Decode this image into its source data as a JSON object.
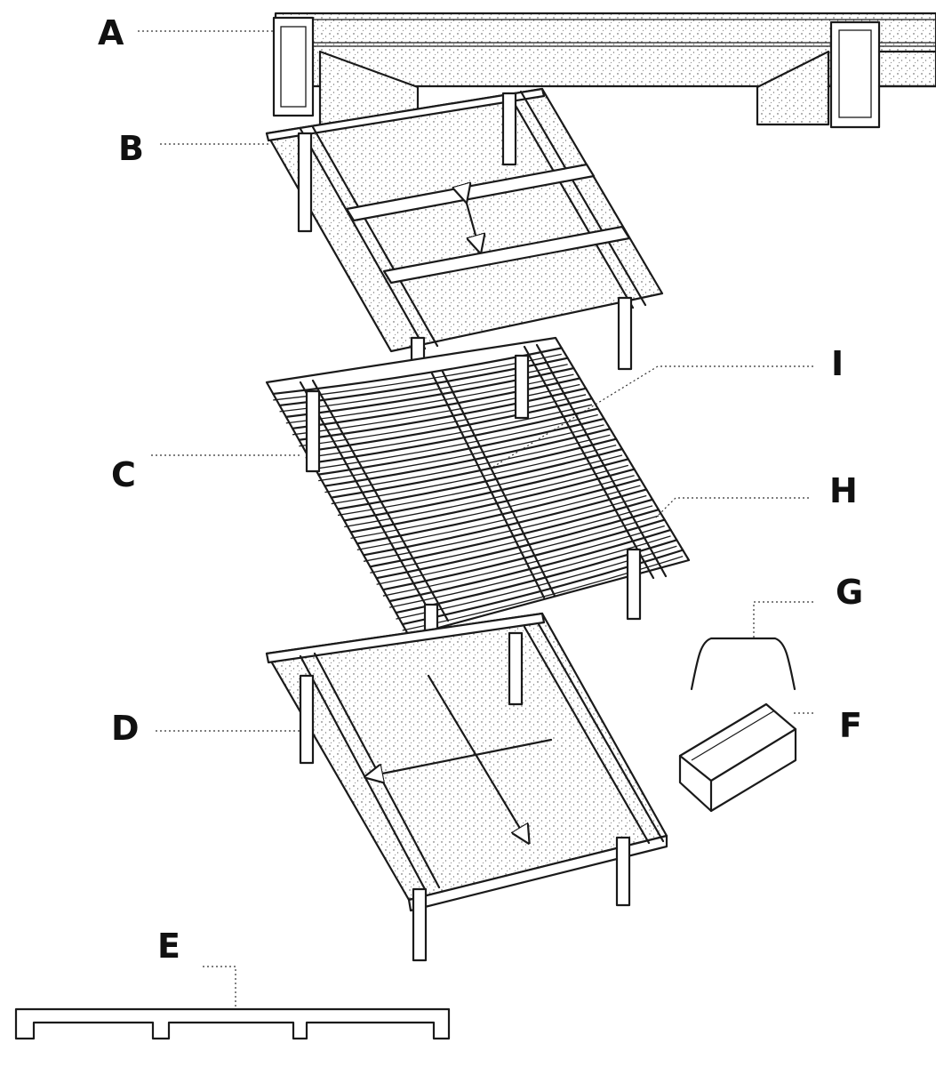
{
  "labels": {
    "A": "A",
    "B": "B",
    "C": "C",
    "D": "D",
    "E": "E",
    "F": "F",
    "G": "G",
    "H": "H",
    "I": "I"
  },
  "colors": {
    "ink": "#1a1a1a",
    "paper": "#ffffff"
  }
}
